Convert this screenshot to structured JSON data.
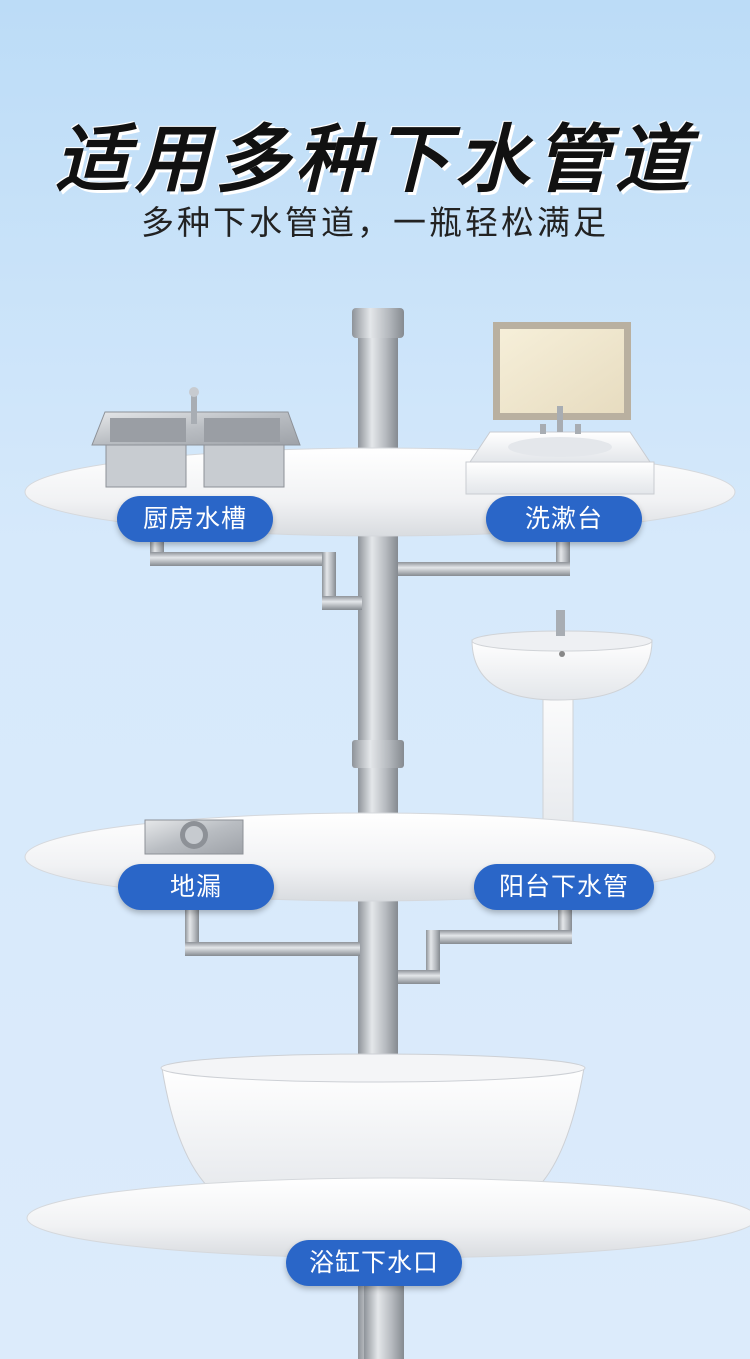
{
  "header": {
    "title": "适用多种下水管道",
    "subtitle": "多种下水管道，一瓶轻松满足"
  },
  "labels": {
    "kitchen_sink": "厨房水槽",
    "wash_basin": "洗漱台",
    "floor_drain": "地漏",
    "balcony_drain": "阳台下水管",
    "bathtub_drain": "浴缸下水口"
  },
  "colors": {
    "label_bg": "#2a66c8",
    "pipe": "#b8bcc2",
    "background_top": "#bcdcf7"
  }
}
